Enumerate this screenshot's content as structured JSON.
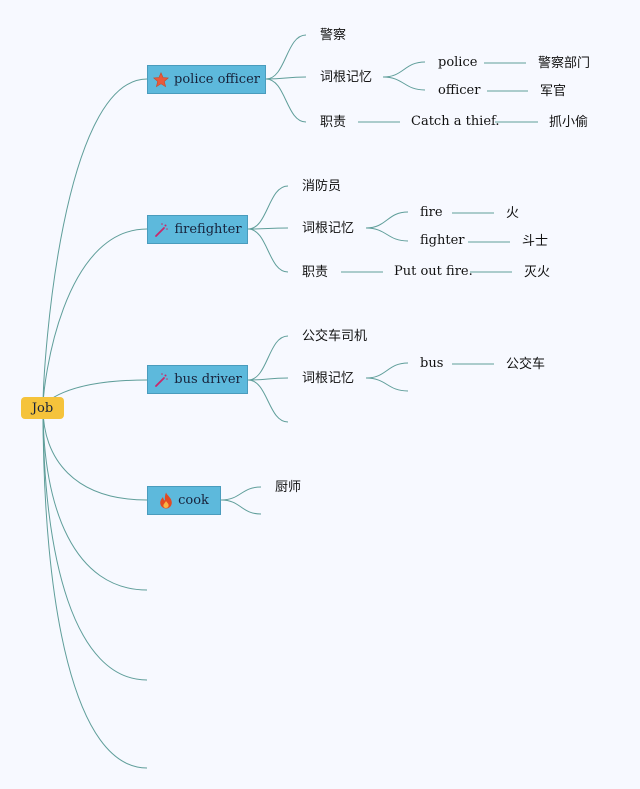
{
  "root": {
    "label": "Job"
  },
  "topics": [
    {
      "label": "police officer",
      "icon": "star-icon",
      "meaning": "警察",
      "roots_heading": "词根记忆",
      "roots": [
        {
          "word": "police",
          "meaning": "警察部门"
        },
        {
          "word": "officer",
          "meaning": "军官"
        }
      ],
      "duty_heading": "职责",
      "duty_en": "Catch a thief.",
      "duty_zh": "抓小偷"
    },
    {
      "label": "firefighter",
      "icon": "magic-wand-icon",
      "meaning": "消防员",
      "roots_heading": "词根记忆",
      "roots": [
        {
          "word": "fire",
          "meaning": "火"
        },
        {
          "word": "fighter",
          "meaning": "斗士"
        }
      ],
      "duty_heading": "职责",
      "duty_en": "Put out fire.",
      "duty_zh": "灭火"
    },
    {
      "label": "bus driver",
      "icon": "magic-wand-icon",
      "meaning": "公交车司机",
      "roots_heading": "词根记忆",
      "roots": [
        {
          "word": "bus",
          "meaning": "公交车"
        }
      ]
    },
    {
      "label": "cook",
      "icon": "fire-icon",
      "meaning": "厨师"
    }
  ],
  "colors": {
    "root_fill": "#f5c33b",
    "topic_fill": "#5db9dc",
    "connector": "#5f9e9a",
    "star": "#e8593c",
    "wand": "#c9286b",
    "flame": "#e34a22"
  }
}
